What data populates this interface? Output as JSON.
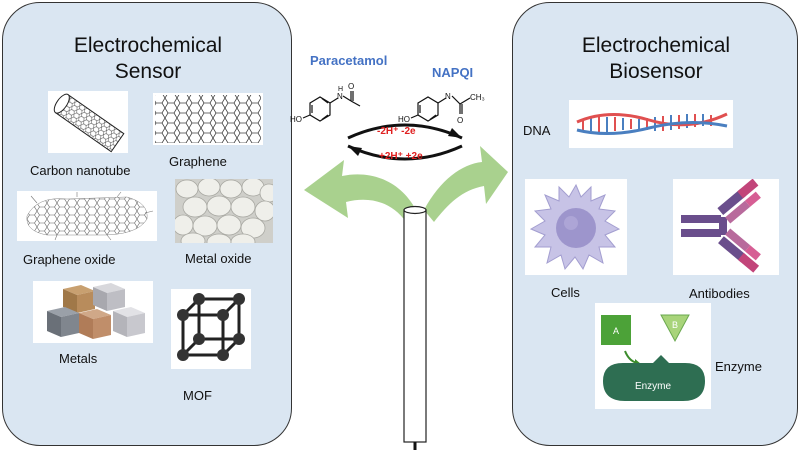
{
  "left_panel": {
    "title_line1": "Electrochemical",
    "title_line2": "Sensor",
    "items": [
      {
        "label": "Carbon nanotube",
        "icon": "carbon-nanotube-icon"
      },
      {
        "label": "Graphene",
        "icon": "graphene-icon"
      },
      {
        "label": "Graphene oxide",
        "icon": "graphene-oxide-icon"
      },
      {
        "label": "Metal oxide",
        "icon": "metal-oxide-icon"
      },
      {
        "label": "Metals",
        "icon": "metals-icon"
      },
      {
        "label": "MOF",
        "icon": "mof-icon"
      }
    ]
  },
  "center": {
    "reactant": "Paracetamol",
    "product": "NAPQI",
    "oxidation": "-2H⁺ -2e",
    "reduction": "+2H⁺ +2e",
    "atoms": {
      "oh": "HO",
      "n": "N",
      "h": "H",
      "o": "O",
      "ch3": "CH₃"
    }
  },
  "right_panel": {
    "title_line1": "Electrochemical",
    "title_line2": "Biosensor",
    "items": [
      {
        "label": "DNA",
        "icon": "dna-icon"
      },
      {
        "label": "Cells",
        "icon": "cell-icon"
      },
      {
        "label": "Antibodies",
        "icon": "antibody-icon"
      },
      {
        "label": "Enzyme",
        "icon": "enzyme-icon"
      }
    ],
    "enzyme_parts": {
      "a": "A",
      "b": "B",
      "body": "Enzyme"
    }
  },
  "colors": {
    "panel_bg": "#dae6f2",
    "arrow_green": "#a9d18e",
    "title_blue": "#4472c4",
    "reaction_red": "#e02020",
    "enzyme_green": "#2e6e52"
  }
}
